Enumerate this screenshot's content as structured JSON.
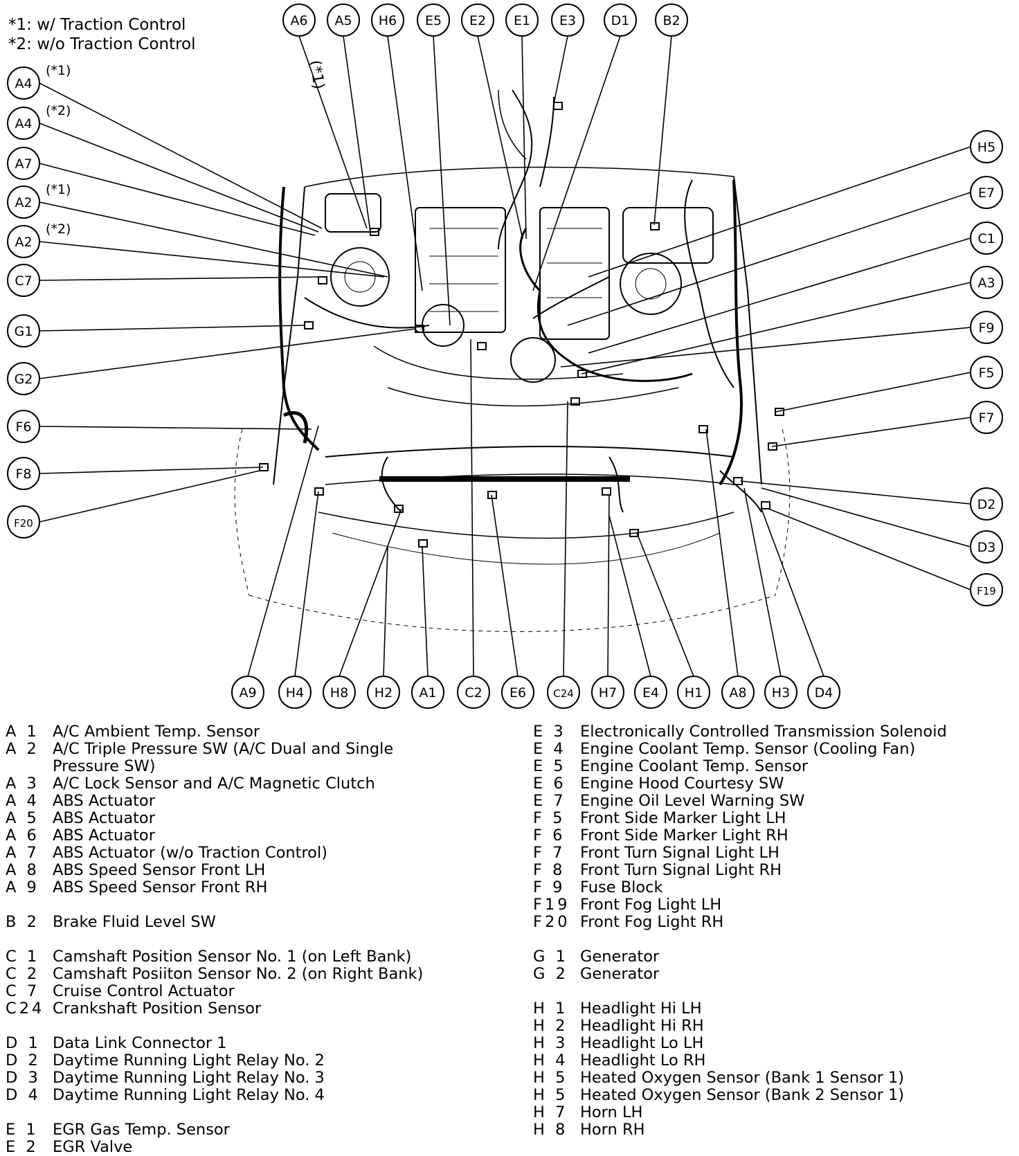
{
  "notes": [
    "*1: w/   Traction Control",
    "*2: w/o Traction Control"
  ],
  "side_notes": {
    "top": "(*1)"
  },
  "callouts": {
    "top": [
      "A6",
      "A5",
      "H6",
      "E5",
      "E2",
      "E1",
      "E3",
      "D1",
      "B2"
    ],
    "left": [
      "A4",
      "A4",
      "A7",
      "A2",
      "A2",
      "C7",
      "G1",
      "G2",
      "F6",
      "F8",
      "F20"
    ],
    "left_qualifiers": [
      "(*1)",
      "(*2)",
      "",
      "(*1)",
      "(*2)",
      "",
      "",
      "",
      "",
      "",
      ""
    ],
    "right": [
      "H5",
      "E7",
      "C1",
      "A3",
      "F9",
      "F5",
      "F7",
      "D2",
      "D3",
      "F19"
    ],
    "bottom": [
      "A9",
      "H4",
      "H8",
      "H2",
      "A1",
      "C2",
      "E6",
      "C24",
      "H7",
      "E4",
      "H1",
      "A8",
      "H3",
      "D4"
    ]
  },
  "legend_left": [
    {
      "code": "A 1",
      "desc": "A/C Ambient Temp. Sensor"
    },
    {
      "code": "A 2",
      "desc": "A/C Triple Pressure SW (A/C Dual and Single"
    },
    {
      "code": "",
      "desc": "Pressure SW)"
    },
    {
      "code": "A 3",
      "desc": "A/C Lock Sensor and A/C Magnetic Clutch"
    },
    {
      "code": "A 4",
      "desc": "ABS Actuator"
    },
    {
      "code": "A 5",
      "desc": "ABS Actuator"
    },
    {
      "code": "A 6",
      "desc": "ABS Actuator"
    },
    {
      "code": "A 7",
      "desc": "ABS Actuator (w/o Traction Control)"
    },
    {
      "code": "A 8",
      "desc": "ABS Speed Sensor Front LH"
    },
    {
      "code": "A 9",
      "desc": "ABS Speed Sensor Front RH"
    },
    {
      "gap": true
    },
    {
      "code": "B 2",
      "desc": "Brake Fluid Level SW"
    },
    {
      "gap": true
    },
    {
      "code": "C 1",
      "desc": "Camshaft Position Sensor No. 1 (on Left Bank)"
    },
    {
      "code": "C 2",
      "desc": "Camshaft Posiiton Sensor No. 2 (on Right Bank)"
    },
    {
      "code": "C 7",
      "desc": "Cruise Control Actuator"
    },
    {
      "code": "C24",
      "desc": "Crankshaft Position Sensor"
    },
    {
      "gap": true
    },
    {
      "code": "D 1",
      "desc": "Data Link Connector 1"
    },
    {
      "code": "D 2",
      "desc": "Daytime Running Light Relay No. 2"
    },
    {
      "code": "D 3",
      "desc": "Daytime Running Light Relay No. 3"
    },
    {
      "code": "D 4",
      "desc": "Daytime Running Light Relay No. 4"
    },
    {
      "gap": true
    },
    {
      "code": "E 1",
      "desc": "EGR Gas Temp. Sensor"
    },
    {
      "code": "E 2",
      "desc": "EGR Valve"
    }
  ],
  "legend_right": [
    {
      "code": "E 3",
      "desc": "Electronically Controlled Transmission Solenoid"
    },
    {
      "code": "E 4",
      "desc": "Engine Coolant Temp. Sensor (Cooling Fan)"
    },
    {
      "code": "E 5",
      "desc": "Engine Coolant Temp. Sensor"
    },
    {
      "code": "E 6",
      "desc": "Engine Hood Courtesy SW"
    },
    {
      "code": "E 7",
      "desc": "Engine Oil Level Warning SW"
    },
    {
      "code": "F 5",
      "desc": "Front Side Marker Light LH"
    },
    {
      "code": "F 6",
      "desc": "Front Side Marker Light RH"
    },
    {
      "code": "F 7",
      "desc": "Front Turn Signal Light LH"
    },
    {
      "code": "F 8",
      "desc": "Front Turn Signal Light RH"
    },
    {
      "code": "F 9",
      "desc": "Fuse Block"
    },
    {
      "code": "F19",
      "desc": "Front Fog Light LH"
    },
    {
      "code": "F20",
      "desc": "Front Fog Light RH"
    },
    {
      "gap": true
    },
    {
      "code": "G 1",
      "desc": "Generator"
    },
    {
      "code": "G 2",
      "desc": "Generator"
    },
    {
      "gap": true
    },
    {
      "code": "H 1",
      "desc": "Headlight Hi LH"
    },
    {
      "code": "H 2",
      "desc": "Headlight Hi RH"
    },
    {
      "code": "H 3",
      "desc": "Headlight Lo LH"
    },
    {
      "code": "H 4",
      "desc": "Headlight Lo RH"
    },
    {
      "code": "H 5",
      "desc": "Heated Oxygen Sensor (Bank 1 Sensor 1)"
    },
    {
      "code": "H 5",
      "desc": "Heated Oxygen Sensor (Bank 2 Sensor 1)"
    },
    {
      "code": "H 7",
      "desc": "Horn LH"
    },
    {
      "code": "H 8",
      "desc": "Horn RH"
    }
  ]
}
